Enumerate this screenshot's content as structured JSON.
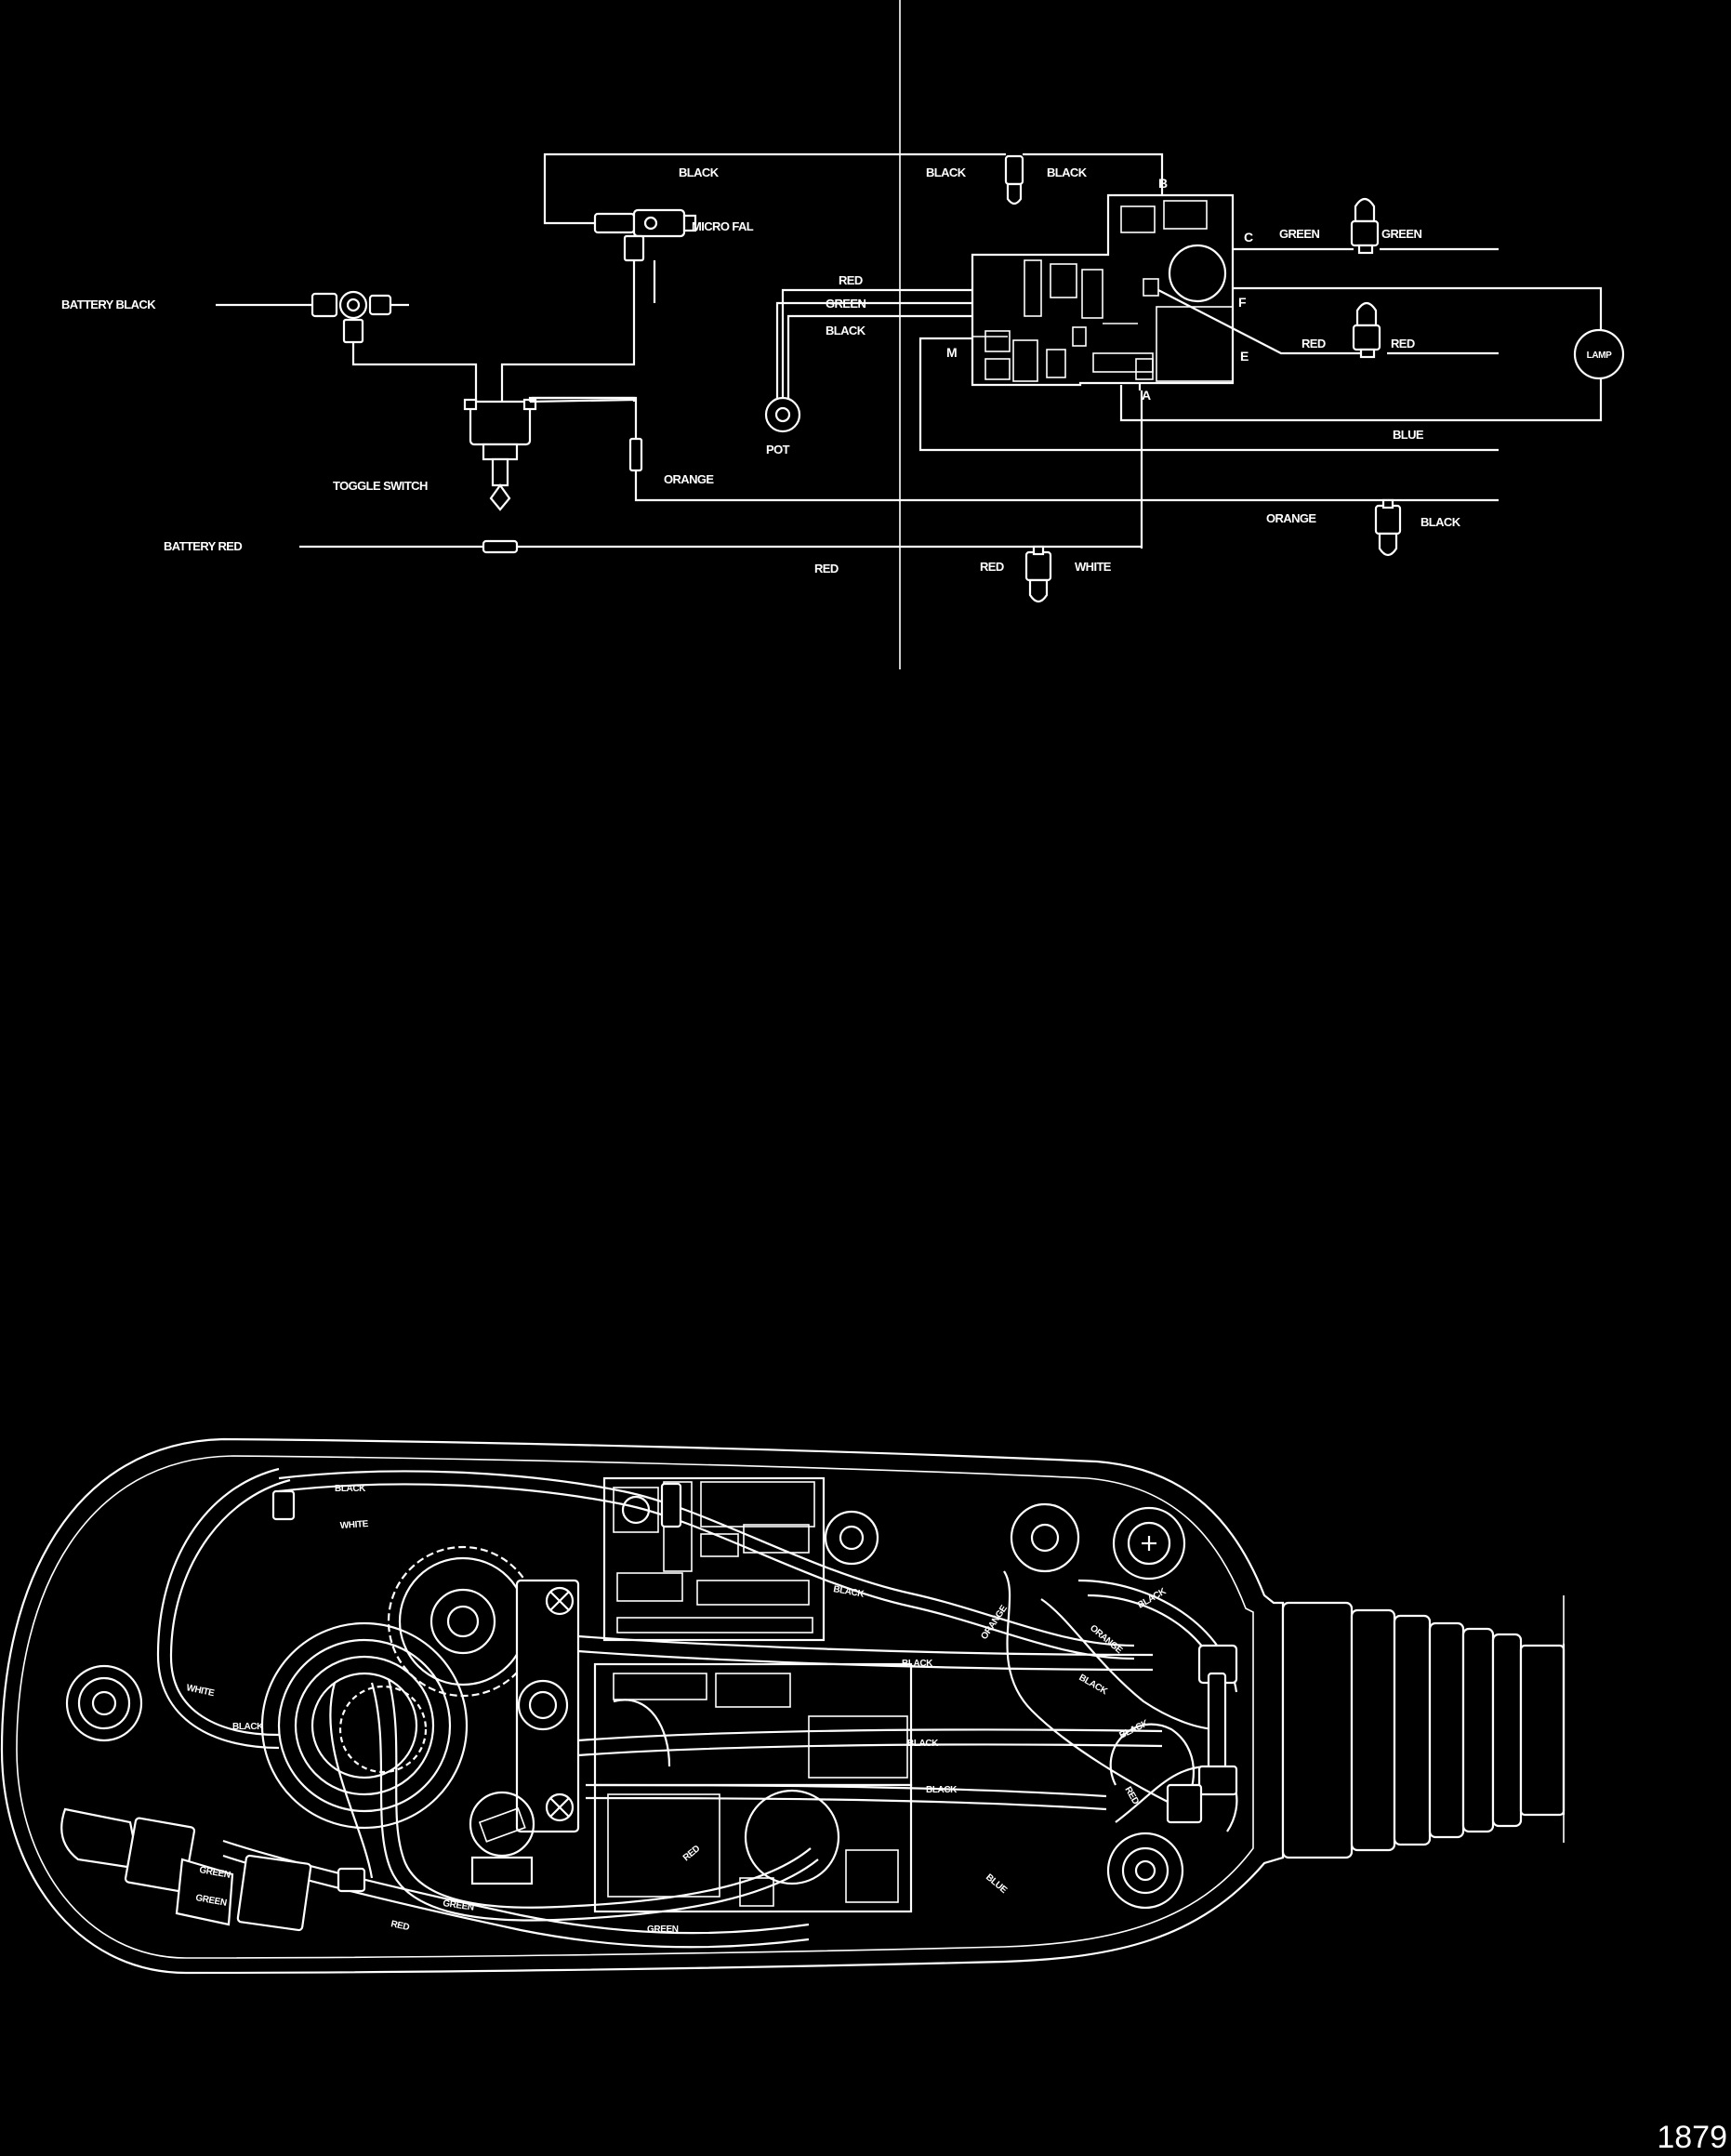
{
  "schematic": {
    "labels": {
      "battery_black": "BATTERY BLACK",
      "battery_red": "BATTERY RED",
      "toggle_switch": "TOGGLE SWITCH",
      "micro_fal": "MICRO FAL",
      "pot": "POT",
      "top_black_1": "BLACK",
      "top_black_2": "BLACK",
      "top_black_3": "BLACK",
      "pot_red": "RED",
      "pot_green": "GREEN",
      "pot_black": "BLACK",
      "right_green_1": "GREEN",
      "right_green_2": "GREEN",
      "right_red_1": "RED",
      "right_red_2": "RED",
      "blue": "BLUE",
      "orange_left": "ORANGE",
      "orange_right": "ORANGE",
      "black_lower_right": "BLACK",
      "red_bottom_1": "RED",
      "red_bottom_2": "RED",
      "white": "WHITE",
      "lamp": "LAMP"
    },
    "terminals": {
      "a": "A",
      "b": "B",
      "c": "C",
      "e": "E",
      "f": "F",
      "m": "M"
    }
  },
  "assembly": {
    "wire_labels": {
      "black_1": "BLACK",
      "black_2": "BLACK",
      "black_3": "BLACK",
      "black_4": "BLACK",
      "black_5": "BLACK",
      "black_6": "BLACK",
      "black_7": "BLACK",
      "black_8": "BLACK",
      "black_9": "BLACK",
      "orange_1": "ORANGE",
      "orange_2": "ORANGE",
      "green_1": "GREEN",
      "green_2": "GREEN",
      "green_3": "GREEN",
      "green_4": "GREEN",
      "red_1": "RED",
      "red_2": "RED",
      "red_3": "RED",
      "white_1": "WHITE",
      "white_2": "WHITE",
      "blue_1": "BLUE"
    }
  },
  "figure_number": "1879",
  "colors": {
    "background": "#000000",
    "line": "#ffffff"
  }
}
